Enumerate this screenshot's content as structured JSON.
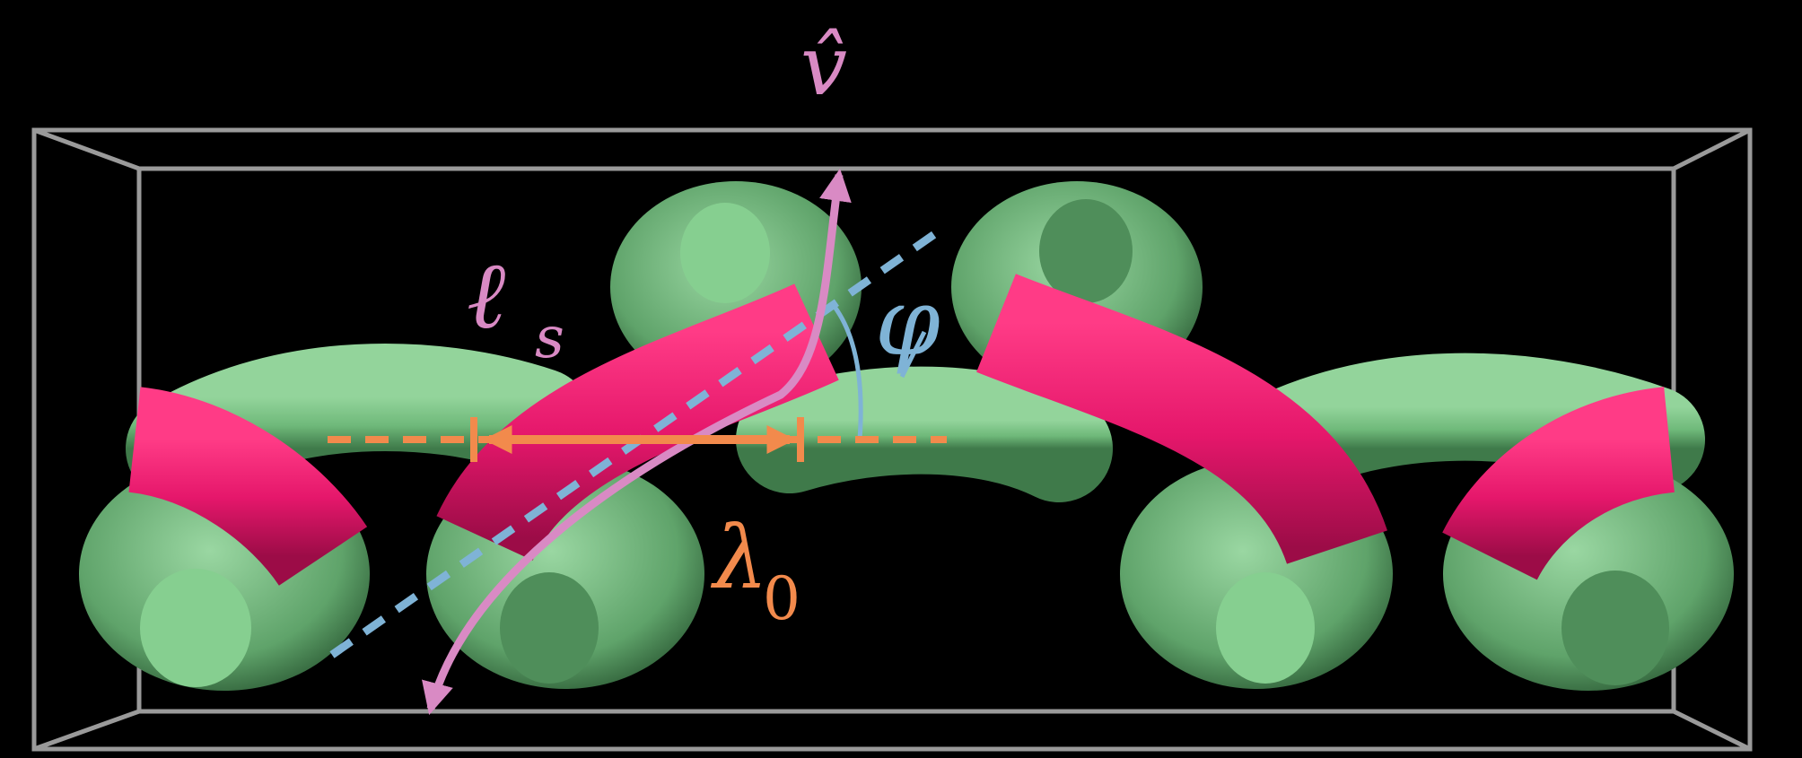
{
  "labels": {
    "direction_vector": "v̂",
    "segment_length": "ℓ",
    "segment_length_subscript": "s",
    "angle": "φ",
    "wavelength": "λ",
    "wavelength_subscript": "0"
  },
  "colors": {
    "background": "#000000",
    "box_frame": "#9a9a9a",
    "green_tube": "#6fb97a",
    "green_tube_dark": "#3f7a4a",
    "green_tube_cap": "#86cf90",
    "magenta_tube": "#e5176b",
    "magenta_tube_dark": "#a50f4c",
    "vector_arrow": "#d98ac4",
    "angle_line": "#7fb3d6",
    "wavelength_arrow": "#f28a4c"
  },
  "icons": {
    "vector": "arrow-icon",
    "angle_arc": "arc-icon"
  }
}
